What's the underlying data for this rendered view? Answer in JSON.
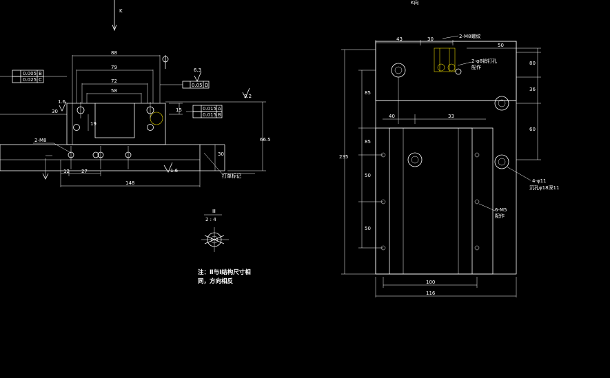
{
  "view_labels": {
    "k_arrow": "K",
    "k_view": "K向"
  },
  "front_view": {
    "dims_top": [
      "88",
      "79",
      "72",
      "58"
    ],
    "dims_side": [
      "15",
      "19",
      "66.5",
      "30"
    ],
    "dims_bottom": [
      "12",
      "27",
      "148"
    ],
    "tolerance_left": [
      "0.005",
      "B",
      "0.025",
      "C"
    ],
    "tolerance_right_top": [
      "0.05",
      "D"
    ],
    "tolerance_right": [
      "0.015",
      "A",
      "0.015",
      "B"
    ],
    "hole_label": "2-M8",
    "angle_label": "30",
    "roughness": [
      "1.6",
      "3.2",
      "6.3",
      "1.6"
    ],
    "callout": "打单标记"
  },
  "detail_view": {
    "title": "Ⅲ",
    "scale": "2 : 4"
  },
  "note": {
    "line1": "注：Ⅱ与Ⅰ结构尺寸相",
    "line2": "同，方向相反"
  },
  "plan_view": {
    "dims_top": [
      "43",
      "30",
      "50"
    ],
    "dims_right": [
      "80",
      "36",
      "60"
    ],
    "dims_left": [
      "235",
      "85",
      "85",
      "50",
      "50"
    ],
    "dims_mid": [
      "40",
      "33"
    ],
    "dims_bottom": [
      "100",
      "116"
    ],
    "callouts": [
      "2-M8螺纹",
      "2-φ8销钉孔",
      "配作",
      "4-φ11",
      "沉孔φ18深11",
      "6-M5",
      "配作"
    ]
  }
}
